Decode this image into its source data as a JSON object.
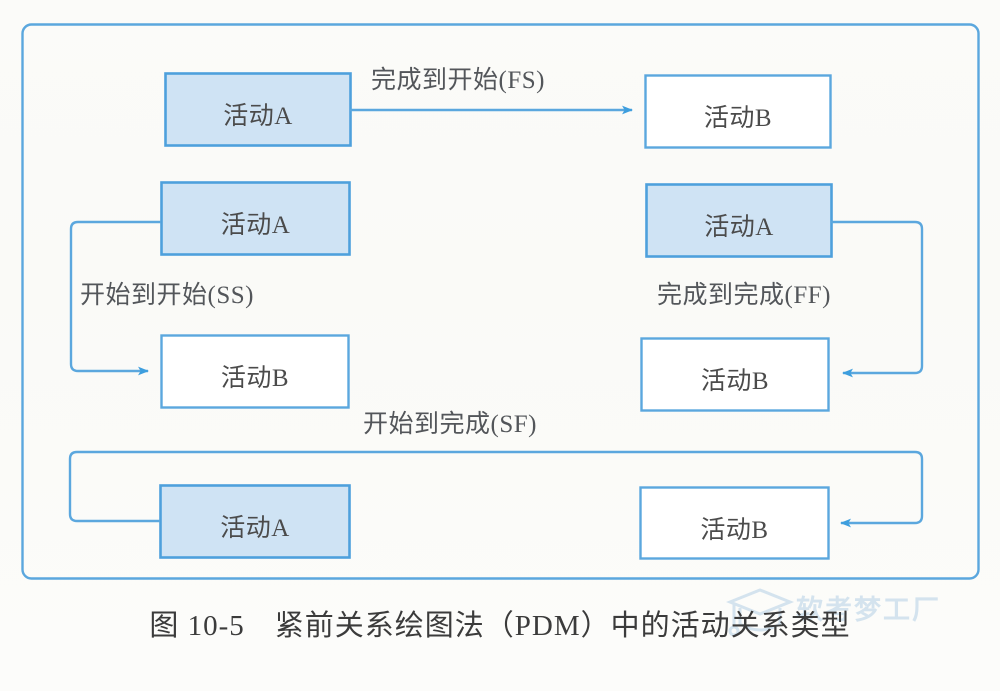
{
  "figure": {
    "caption": "图 10-5　紧前关系绘图法（PDM）中的活动关系类型",
    "border_color": "#5ba7de",
    "node_fill_color": "#cfe3f4",
    "node_border_color": "#5ba7de",
    "line_color": "#5ba7de",
    "text_color": "#4b4b4b"
  },
  "diagram": {
    "type": "relationship-diagram",
    "rows": [
      {
        "id": "fs",
        "relation_label": "完成到开始(FS)",
        "relation_code": "FS",
        "predecessor": {
          "label": "活动A",
          "filled": true
        },
        "successor": {
          "label": "活动B",
          "filled": false
        },
        "route": "straight-right",
        "from_side": "right",
        "to_side": "left"
      },
      {
        "id": "ss",
        "relation_label": "开始到开始(SS)",
        "relation_code": "SS",
        "predecessor": {
          "label": "活动A",
          "filled": true
        },
        "successor": {
          "label": "活动B",
          "filled": false
        },
        "route": "left-loop-down",
        "from_side": "left",
        "to_side": "left"
      },
      {
        "id": "ff",
        "relation_label": "完成到完成(FF)",
        "relation_code": "FF",
        "predecessor": {
          "label": "活动A",
          "filled": true
        },
        "successor": {
          "label": "活动B",
          "filled": false
        },
        "route": "right-loop-down",
        "from_side": "right",
        "to_side": "right"
      },
      {
        "id": "sf",
        "relation_label": "开始到完成(SF)",
        "relation_code": "SF",
        "predecessor": {
          "label": "活动A",
          "filled": true
        },
        "successor": {
          "label": "活动B",
          "filled": false
        },
        "route": "left-up-over-right-down",
        "from_side": "left",
        "to_side": "right"
      }
    ]
  },
  "watermark": {
    "text": "软考梦工厂",
    "icon": "graduation-cap-icon",
    "color": "#bcd5e8"
  }
}
